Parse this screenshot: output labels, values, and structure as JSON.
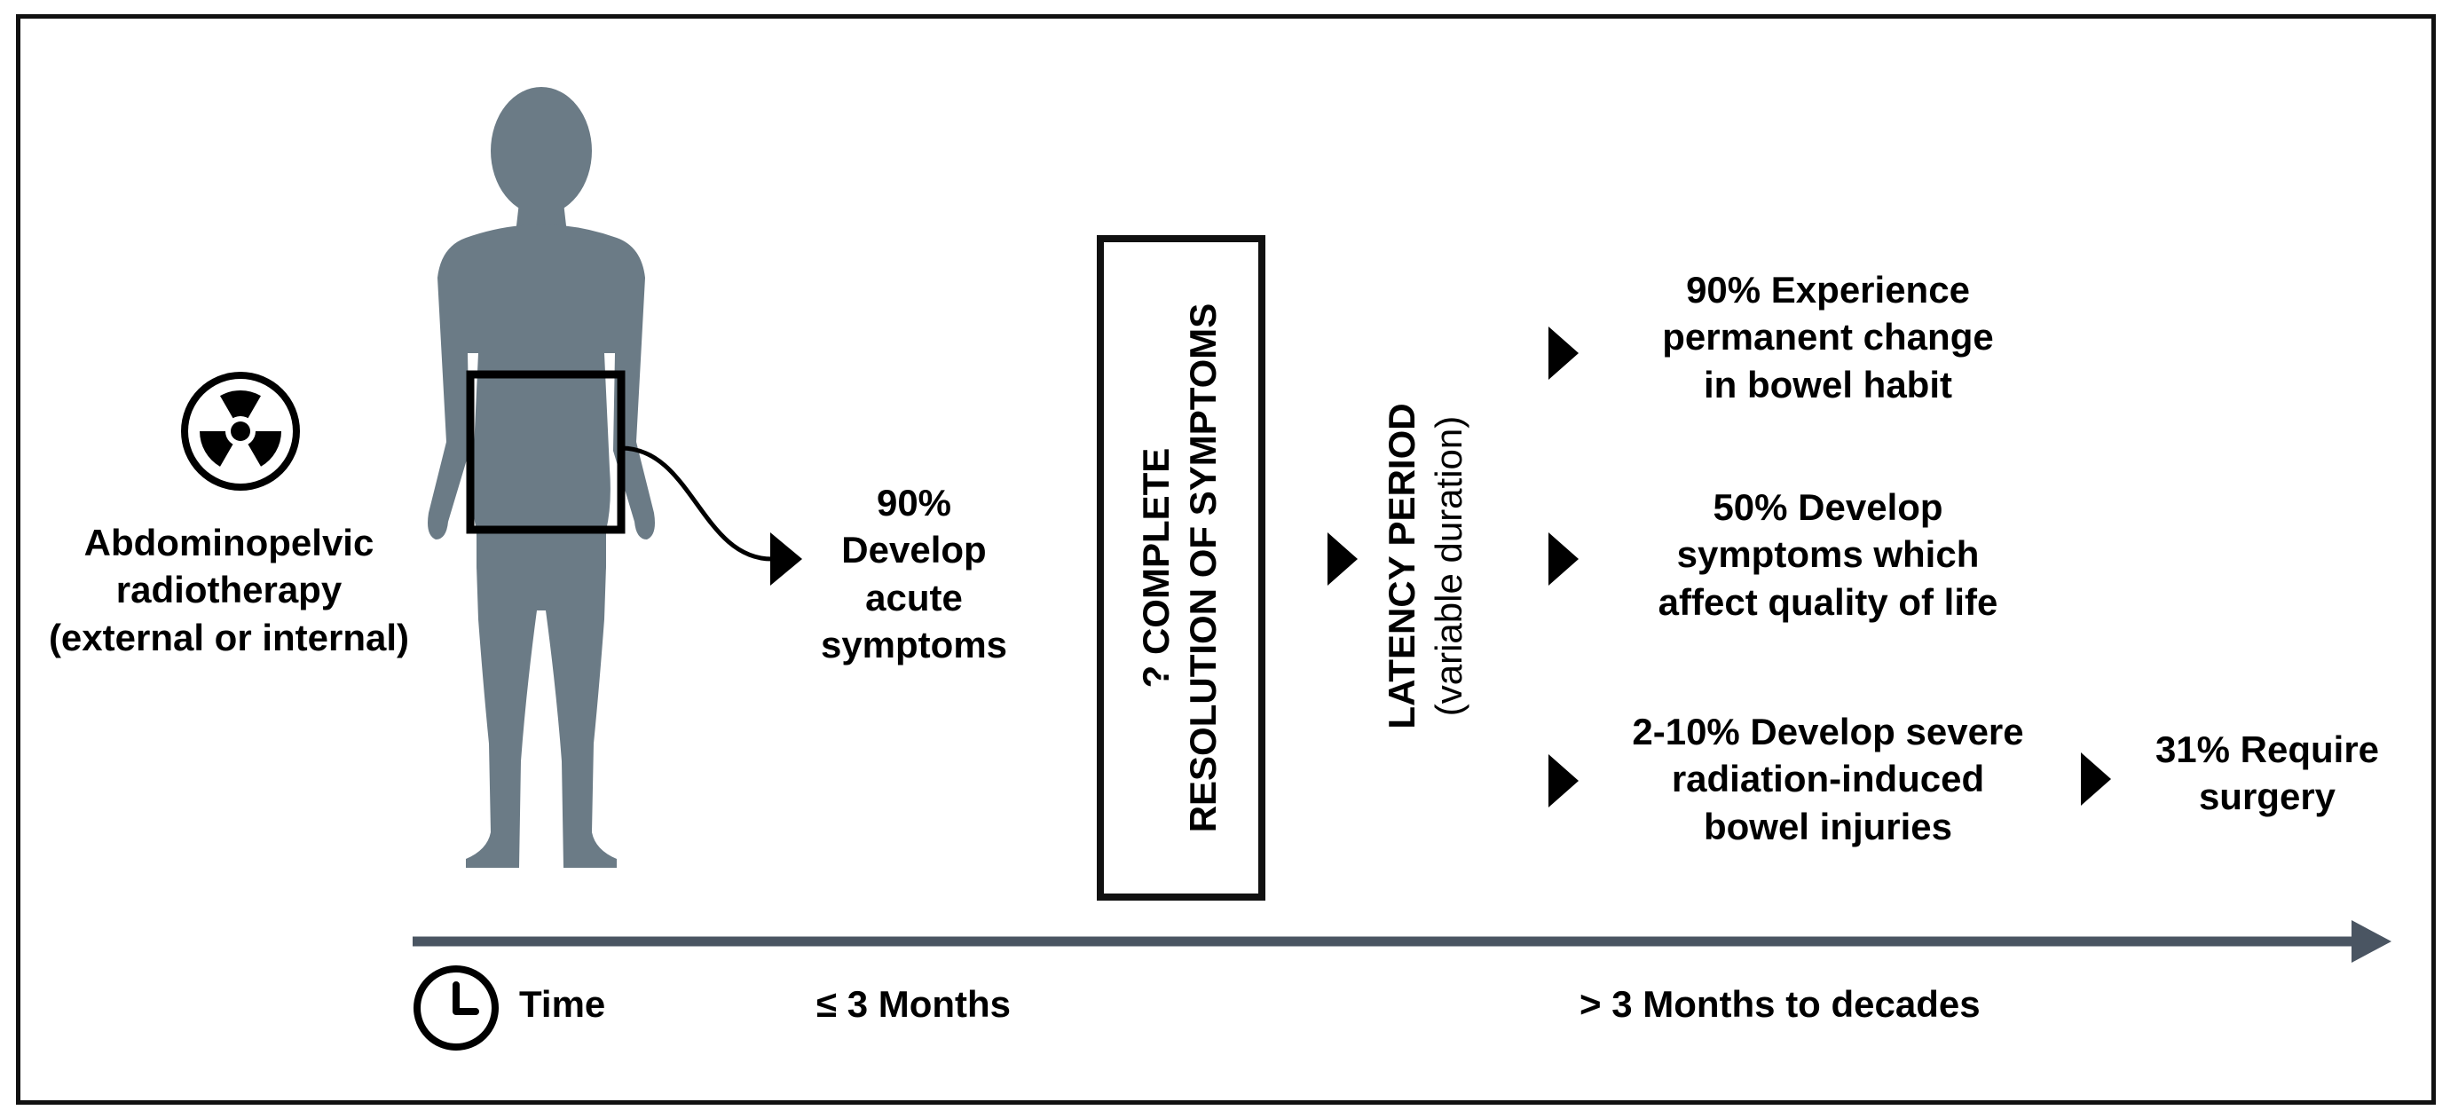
{
  "radiotherapy": {
    "icon": "radiation-hazard-icon",
    "label_lines": [
      "Abdominopelvic",
      "radiotherapy",
      "(external or internal)"
    ]
  },
  "figure": {
    "icon": "human-silhouette-icon",
    "color": "#6b7b86"
  },
  "acute": {
    "lines": [
      "90%",
      "Develop",
      "acute",
      "symptoms"
    ]
  },
  "resolution": {
    "lines": [
      "? COMPLETE",
      "RESOLUTION OF SYMPTOMS"
    ]
  },
  "latency": {
    "lines": [
      "LATENCY PERIOD",
      "(variable duration)"
    ]
  },
  "outcomes": [
    {
      "lines": [
        "90% Experience",
        "permanent change",
        "in bowel habit"
      ]
    },
    {
      "lines": [
        "50% Develop",
        "symptoms which",
        "affect quality of life"
      ]
    },
    {
      "lines": [
        "2-10% Develop severe",
        "radiation-induced",
        "bowel injuries"
      ]
    }
  ],
  "surgery": {
    "lines": [
      "31% Require",
      "surgery"
    ]
  },
  "timeline": {
    "icon": "clock-icon",
    "time_label": "Time",
    "early_label": "≤ 3 Months",
    "late_label": "> 3 Months to decades",
    "arrow_color": "#4a5562"
  }
}
